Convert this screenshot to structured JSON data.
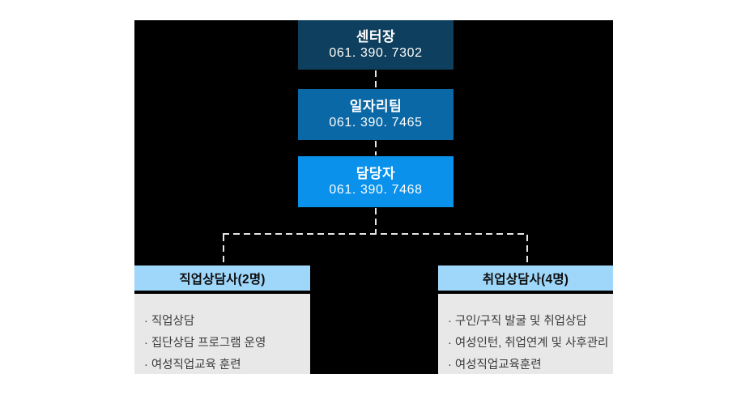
{
  "org_chart": {
    "nodes": [
      {
        "title": "센터장",
        "phone": "061. 390. 7302",
        "bg": "#0f3f5e"
      },
      {
        "title": "일자리팀",
        "phone": "061. 390. 7465",
        "bg": "#0b68a7"
      },
      {
        "title": "담당자",
        "phone": "061. 390. 7468",
        "bg": "#0991ec"
      }
    ],
    "branches": [
      {
        "header": "직업상담사(2명)",
        "items": [
          "직업상담",
          "집단상담 프로그램 운영",
          "여성직업교육 훈련"
        ]
      },
      {
        "header": "취업상담사(4명)",
        "items": [
          "구인/구직 발굴 및 취업상담",
          "여성인턴, 취업연계 및 사후관리",
          "여성직업교육훈련"
        ]
      }
    ],
    "bullet": "·",
    "colors": {
      "background": "#000000",
      "page": "#ffffff",
      "node_text": "#ffffff",
      "branch_header_bg": "#9fd7fa",
      "branch_header_text": "#0d0d0d",
      "branch_list_bg": "#e8e8e8",
      "branch_list_text": "#3b3b3b",
      "connector": "#e6e6e6"
    }
  }
}
